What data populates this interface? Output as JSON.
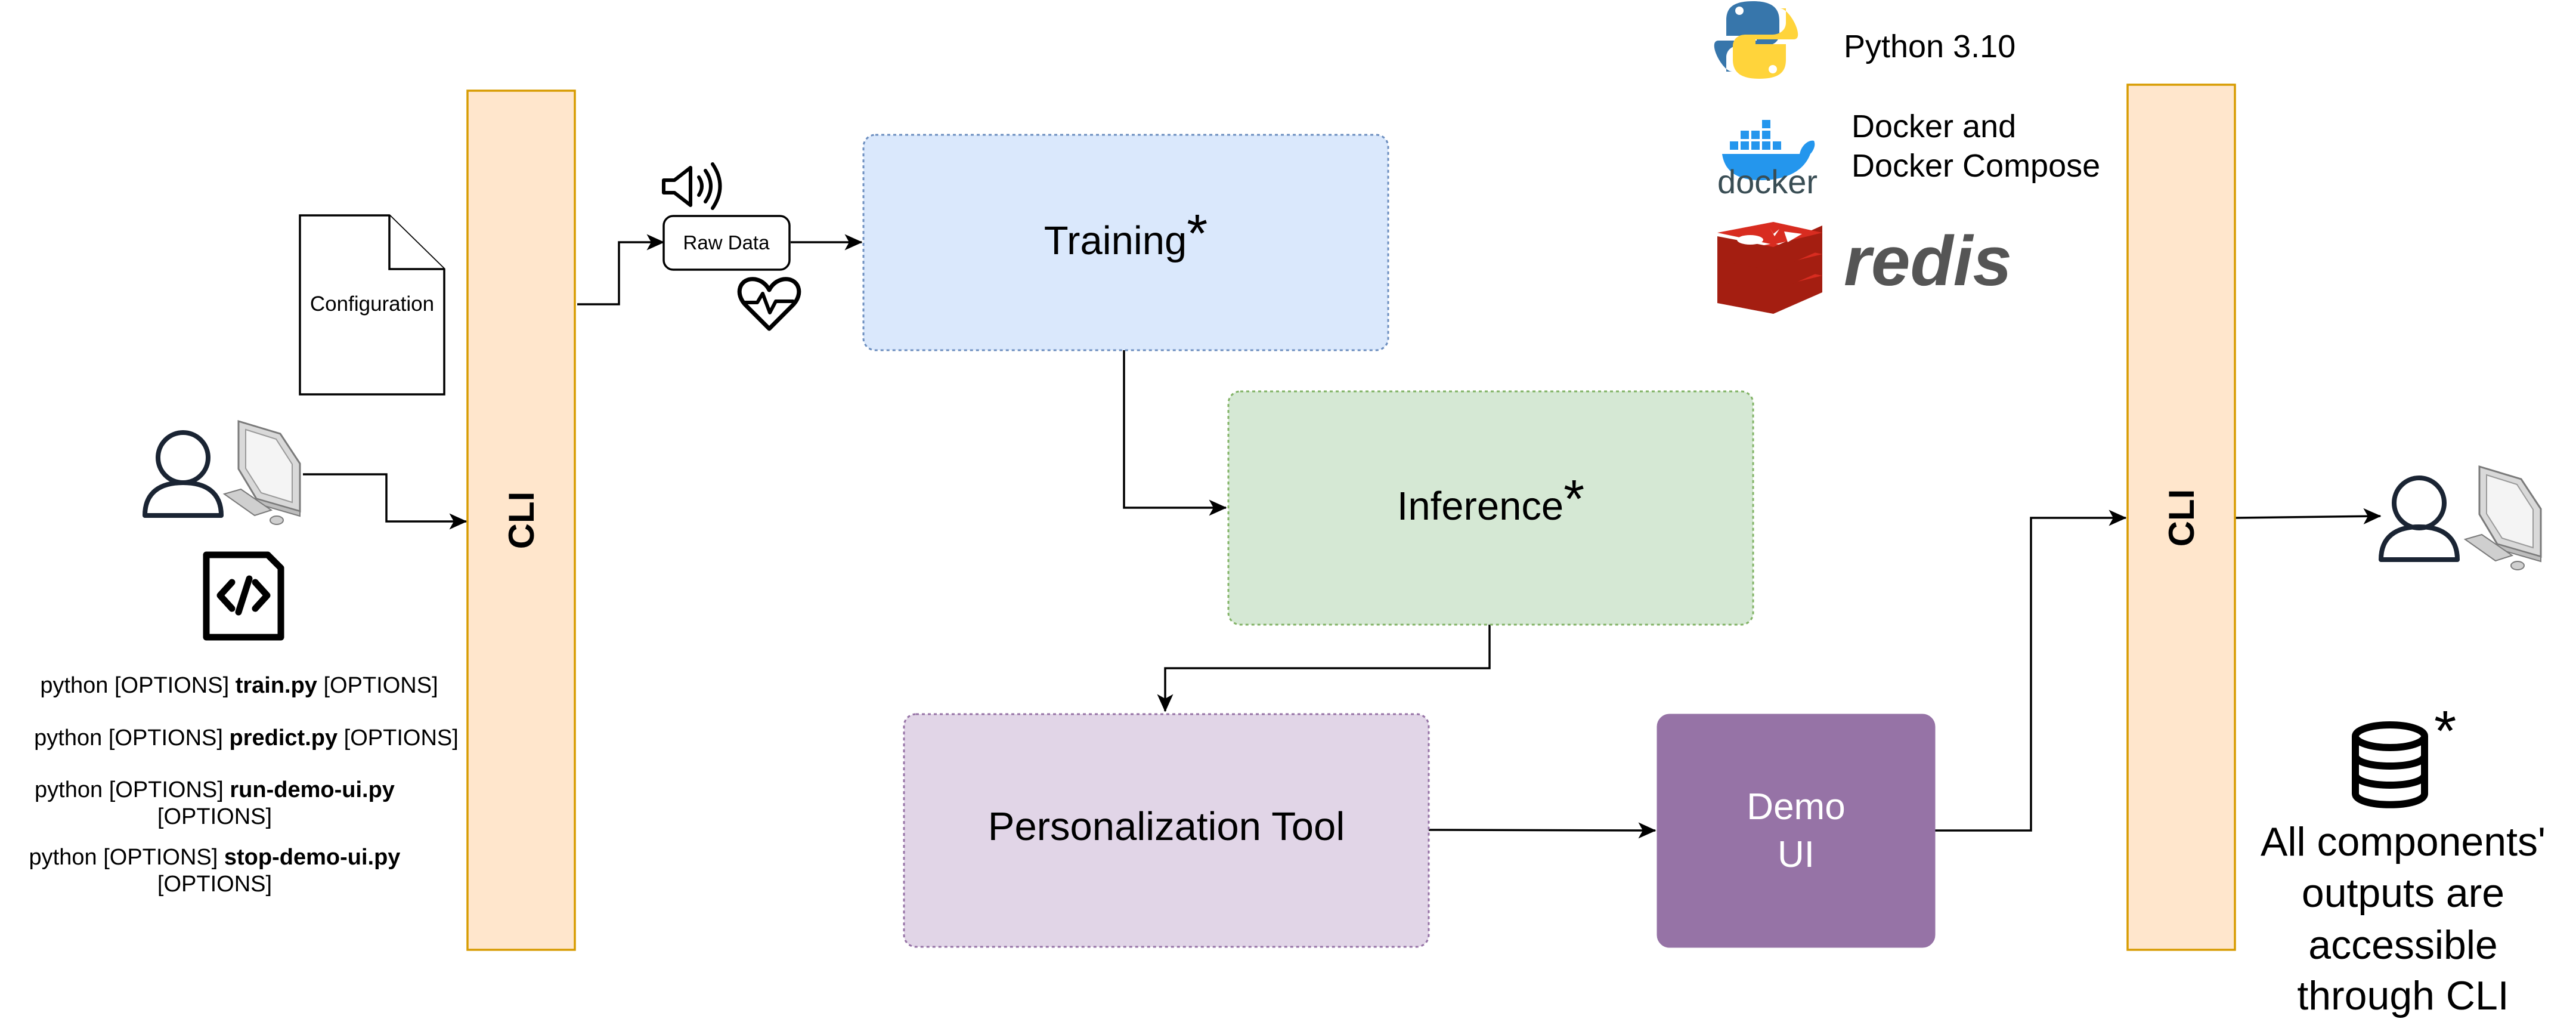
{
  "left_cli": {
    "label": "CLI"
  },
  "right_cli": {
    "label": "CLI"
  },
  "configuration": {
    "label": "Configuration"
  },
  "raw_data": {
    "label": "Raw Data"
  },
  "icons": {
    "speaker": "speaker-icon",
    "heart": "heart-pulse-icon",
    "user": "user-icon",
    "monitor": "monitor-icon",
    "code_file": "code-file-icon",
    "database": "database-icon",
    "python": "python-logo-icon",
    "docker": "docker-logo-icon",
    "redis": "redis-logo-icon"
  },
  "boxes": {
    "training": {
      "label": "Training",
      "mark": "*",
      "fill": "#dae8fc",
      "stroke": "#6c8ebf"
    },
    "inference": {
      "label": "Inference",
      "mark": "*",
      "fill": "#d5e8d4",
      "stroke": "#82b366"
    },
    "personalization": {
      "label": "Personalization Tool",
      "fill": "#e1d5e7",
      "stroke": "#9673a6"
    },
    "demo_ui": {
      "line1": "Demo",
      "line2": "UI",
      "fill": "#9673a6",
      "stroke": "#9673a6"
    }
  },
  "commands": [
    {
      "pre": "python [OPTIONS] ",
      "script": "train.py",
      "post": " [OPTIONS]"
    },
    {
      "pre": "python [OPTIONS] ",
      "script": "predict.py",
      "post": " [OPTIONS]"
    },
    {
      "pre": "python [OPTIONS] ",
      "script": "run-demo-ui.py",
      "post": "[OPTIONS]"
    },
    {
      "pre": "python [OPTIONS] ",
      "script": "stop-demo-ui.py",
      "post": "[OPTIONS]"
    }
  ],
  "tech": {
    "python": "Python 3.10",
    "docker_line1": "Docker and",
    "docker_line2": "Docker Compose",
    "docker_logo_text": "docker",
    "redis_logo_text": "redis"
  },
  "outputs_note": {
    "mark": "*",
    "lines": [
      "All components'",
      "outputs are",
      "accessible",
      "through CLI"
    ]
  },
  "colors": {
    "cli_fill": "#ffe6cc",
    "cli_stroke": "#d79b00",
    "python_blue": "#3776ab",
    "python_yellow": "#ffd43b",
    "docker_blue": "#2496ed",
    "redis_red": "#d82c20"
  }
}
